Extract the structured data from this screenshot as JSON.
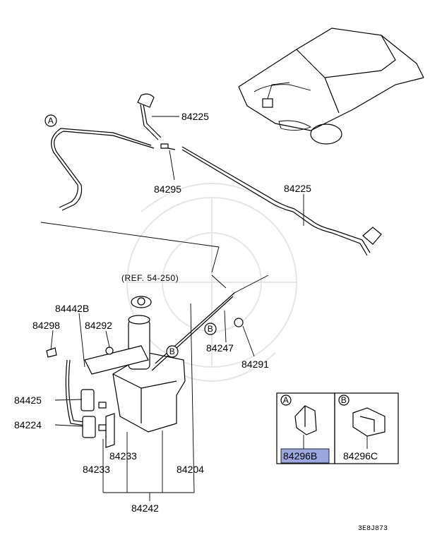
{
  "labels": {
    "p84225_top": "84225",
    "p84295": "84295",
    "p84225_right": "84225",
    "ref": "(REF. 54-250)",
    "p84442b": "84442B",
    "p84298": "84298",
    "p84292": "84292",
    "p84247": "84247",
    "p84291": "84291",
    "p84425": "84425",
    "p84224": "84224",
    "p84233_a": "84233",
    "p84233_b": "84233",
    "p84204": "84204",
    "p84242": "84242",
    "p84296b": "84296B",
    "p84296c": "84296C",
    "code": "3E8J873"
  },
  "markers": {
    "a_main": "A",
    "b_hose": "B",
    "b_tank": "B",
    "a_inset": "A",
    "b_inset": "B"
  },
  "colors": {
    "line": "#000000",
    "highlight": "#9aa6e0",
    "watermark": "#e6e6e6"
  }
}
